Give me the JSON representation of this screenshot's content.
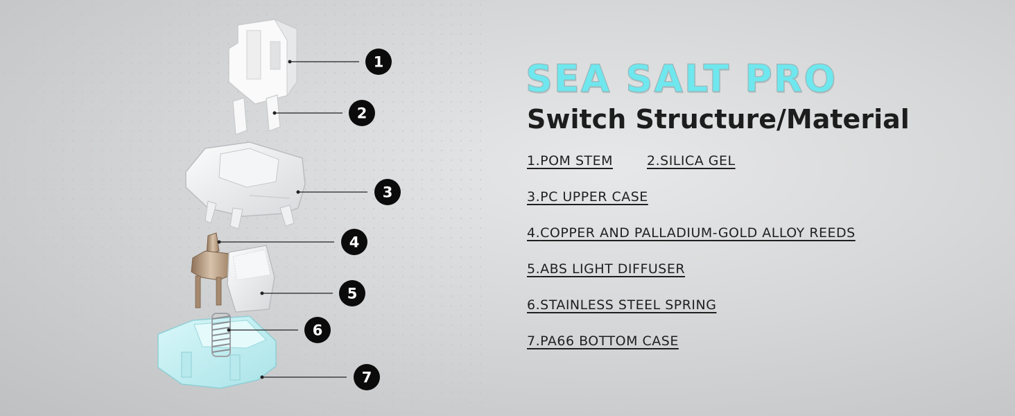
{
  "header": {
    "title": "SEA SALT PRO",
    "subtitle": "Switch Structure/Material"
  },
  "materials": [
    {
      "number": "1.",
      "label": "POM STEM"
    },
    {
      "number": "2.",
      "label": "SILICA GEL"
    },
    {
      "number": "3.",
      "label": "PC UPPER CASE"
    },
    {
      "number": "4.",
      "label": "COPPER AND PALLADIUM-GOLD ALLOY REEDS"
    },
    {
      "number": "5.",
      "label": "ABS LIGHT DIFFUSER"
    },
    {
      "number": "6.",
      "label": "STAINLESS STEEL SPRING"
    },
    {
      "number": "7.",
      "label": "PA66 BOTTOM CASE"
    }
  ],
  "callouts": [
    "1",
    "2",
    "3",
    "4",
    "5",
    "6",
    "7"
  ],
  "colors": {
    "title": "#6fe7ee",
    "text": "#1f1f1f",
    "badge": "#0b0b0b",
    "bottom_case": "#c6eff2",
    "reed": "#b99f84"
  }
}
